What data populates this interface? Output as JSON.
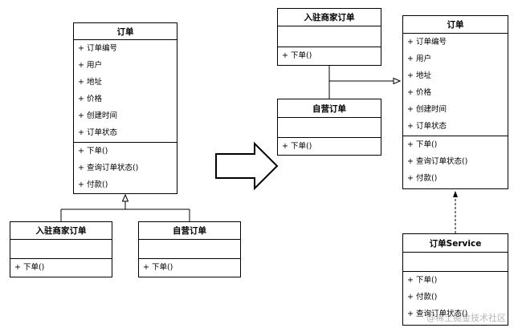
{
  "left": {
    "order": {
      "name": "订单",
      "attributes": [
        "+ 订单编号",
        "+ 用户",
        "+ 地址",
        "+ 价格",
        "+ 创建时间",
        "+ 订单状态"
      ],
      "methods": [
        "+ 下单()",
        "+ 查询订单状态()",
        "+ 付款()"
      ]
    },
    "merchant_order": {
      "name": "入驻商家订单",
      "methods": [
        "+ 下单()"
      ]
    },
    "self_order": {
      "name": "自营订单",
      "methods": [
        "+ 下单()"
      ]
    }
  },
  "right": {
    "merchant_order": {
      "name": "入驻商家订单",
      "methods": [
        "+ 下单()"
      ]
    },
    "self_order": {
      "name": "自营订单",
      "methods": [
        "+ 下单()"
      ]
    },
    "order": {
      "name": "订单",
      "attributes": [
        "+ 订单编号",
        "+ 用户",
        "+ 地址",
        "+ 价格",
        "+ 创建时间",
        "+ 订单状态"
      ],
      "methods": [
        "+ 下单()",
        "+ 查询订单状态()",
        "+ 付款()"
      ]
    },
    "order_service": {
      "name": "订单Service",
      "methods": [
        "+ 下单()",
        "+ 付款()",
        "+ 查询订单状态()"
      ]
    }
  },
  "watermark": "@稀土掘金技术社区"
}
